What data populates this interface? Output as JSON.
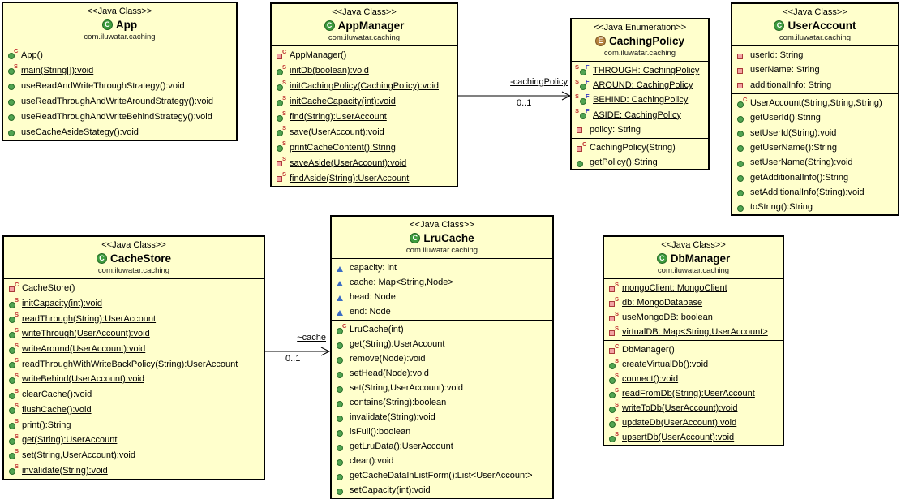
{
  "colors": {
    "box_fill": "#ffffcc",
    "border": "#000000",
    "background": "#ffffff",
    "public_green": "#52a452",
    "private_red_fill": "#f2a3a3",
    "private_red_border": "#aa3939",
    "package_blue": "#3b6cc4",
    "decorator_red": "#c03030",
    "decorator_blue": "#3030c0",
    "class_icon_green": "#3e9c3e",
    "enum_icon_brown": "#b5823e"
  },
  "icons": {
    "class_icon": "green-circle-C",
    "enum_icon": "brown-circle-E",
    "public_member": "green-circle",
    "private_member": "red-square",
    "package_member": "blue-triangle",
    "constructor_decorator": "C",
    "static_decorator": "S",
    "final_decorator": "F"
  },
  "classes": [
    {
      "stereotype": "<<Java Class>>",
      "icon_letter": "C",
      "name": "App",
      "package": "com.iluwatar.caching",
      "fields": [],
      "methods": [
        {
          "label": "App()",
          "icon": "public",
          "dec": "C",
          "u": false
        },
        {
          "label": "main(String[]):void",
          "icon": "public",
          "dec": "S",
          "u": true
        },
        {
          "label": "useReadAndWriteThroughStrategy():void",
          "icon": "public",
          "dec": "",
          "u": false
        },
        {
          "label": "useReadThroughAndWriteAroundStrategy():void",
          "icon": "public",
          "dec": "",
          "u": false
        },
        {
          "label": "useReadThroughAndWriteBehindStrategy():void",
          "icon": "public",
          "dec": "",
          "u": false
        },
        {
          "label": "useCacheAsideStategy():void",
          "icon": "public",
          "dec": "",
          "u": false
        }
      ]
    },
    {
      "stereotype": "<<Java Class>>",
      "icon_letter": "C",
      "name": "AppManager",
      "package": "com.iluwatar.caching",
      "fields": [],
      "methods": [
        {
          "label": "AppManager()",
          "icon": "private",
          "dec": "C",
          "u": false
        },
        {
          "label": "initDb(boolean):void",
          "icon": "public",
          "dec": "S",
          "u": true
        },
        {
          "label": "initCachingPolicy(CachingPolicy):void",
          "icon": "public",
          "dec": "S",
          "u": true
        },
        {
          "label": "initCacheCapacity(int):void",
          "icon": "public",
          "dec": "S",
          "u": true
        },
        {
          "label": "find(String):UserAccount",
          "icon": "public",
          "dec": "S",
          "u": true
        },
        {
          "label": "save(UserAccount):void",
          "icon": "public",
          "dec": "S",
          "u": true
        },
        {
          "label": "printCacheContent():String",
          "icon": "public",
          "dec": "S",
          "u": true
        },
        {
          "label": "saveAside(UserAccount):void",
          "icon": "private",
          "dec": "S",
          "u": true
        },
        {
          "label": "findAside(String):UserAccount",
          "icon": "private",
          "dec": "S",
          "u": true
        }
      ]
    },
    {
      "stereotype": "<<Java Enumeration>>",
      "icon_letter": "E",
      "name": "CachingPolicy",
      "package": "com.iluwatar.caching",
      "fields": [
        {
          "label": "THROUGH: CachingPolicy",
          "icon": "public",
          "dec": "SF",
          "u": true
        },
        {
          "label": "AROUND: CachingPolicy",
          "icon": "public",
          "dec": "SF",
          "u": true
        },
        {
          "label": "BEHIND: CachingPolicy",
          "icon": "public",
          "dec": "SF",
          "u": true
        },
        {
          "label": "ASIDE: CachingPolicy",
          "icon": "public",
          "dec": "SF",
          "u": true
        },
        {
          "label": "policy: String",
          "icon": "private",
          "dec": "",
          "u": false
        }
      ],
      "methods": [
        {
          "label": "CachingPolicy(String)",
          "icon": "private",
          "dec": "C",
          "u": false
        },
        {
          "label": "getPolicy():String",
          "icon": "public",
          "dec": "",
          "u": false
        }
      ]
    },
    {
      "stereotype": "<<Java Class>>",
      "icon_letter": "C",
      "name": "UserAccount",
      "package": "com.iluwatar.caching",
      "fields": [
        {
          "label": "userId: String",
          "icon": "private",
          "dec": "",
          "u": false
        },
        {
          "label": "userName: String",
          "icon": "private",
          "dec": "",
          "u": false
        },
        {
          "label": "additionalInfo: String",
          "icon": "private",
          "dec": "",
          "u": false
        }
      ],
      "methods": [
        {
          "label": "UserAccount(String,String,String)",
          "icon": "public",
          "dec": "C",
          "u": false
        },
        {
          "label": "getUserId():String",
          "icon": "public",
          "dec": "",
          "u": false
        },
        {
          "label": "setUserId(String):void",
          "icon": "public",
          "dec": "",
          "u": false
        },
        {
          "label": "getUserName():String",
          "icon": "public",
          "dec": "",
          "u": false
        },
        {
          "label": "setUserName(String):void",
          "icon": "public",
          "dec": "",
          "u": false
        },
        {
          "label": "getAdditionalInfo():String",
          "icon": "public",
          "dec": "",
          "u": false
        },
        {
          "label": "setAdditionalInfo(String):void",
          "icon": "public",
          "dec": "",
          "u": false
        },
        {
          "label": "toString():String",
          "icon": "public",
          "dec": "",
          "u": false
        }
      ]
    },
    {
      "stereotype": "<<Java Class>>",
      "icon_letter": "C",
      "name": "CacheStore",
      "package": "com.iluwatar.caching",
      "fields": [],
      "methods": [
        {
          "label": "CacheStore()",
          "icon": "private",
          "dec": "C",
          "u": false
        },
        {
          "label": "initCapacity(int):void",
          "icon": "public",
          "dec": "S",
          "u": true
        },
        {
          "label": "readThrough(String):UserAccount",
          "icon": "public",
          "dec": "S",
          "u": true
        },
        {
          "label": "writeThrough(UserAccount):void",
          "icon": "public",
          "dec": "S",
          "u": true
        },
        {
          "label": "writeAround(UserAccount):void",
          "icon": "public",
          "dec": "S",
          "u": true
        },
        {
          "label": "readThroughWithWriteBackPolicy(String):UserAccount",
          "icon": "public",
          "dec": "S",
          "u": true
        },
        {
          "label": "writeBehind(UserAccount):void",
          "icon": "public",
          "dec": "S",
          "u": true
        },
        {
          "label": "clearCache():void",
          "icon": "public",
          "dec": "S",
          "u": true
        },
        {
          "label": "flushCache():void",
          "icon": "public",
          "dec": "S",
          "u": true
        },
        {
          "label": "print():String",
          "icon": "public",
          "dec": "S",
          "u": true
        },
        {
          "label": "get(String):UserAccount",
          "icon": "public",
          "dec": "S",
          "u": true
        },
        {
          "label": "set(String,UserAccount):void",
          "icon": "public",
          "dec": "S",
          "u": true
        },
        {
          "label": "invalidate(String):void",
          "icon": "public",
          "dec": "S",
          "u": true
        }
      ]
    },
    {
      "stereotype": "<<Java Class>>",
      "icon_letter": "C",
      "name": "LruCache",
      "package": "com.iluwatar.caching",
      "fields": [
        {
          "label": "capacity: int",
          "icon": "package",
          "dec": "",
          "u": false
        },
        {
          "label": "cache: Map<String,Node>",
          "icon": "package",
          "dec": "",
          "u": false
        },
        {
          "label": "head: Node",
          "icon": "package",
          "dec": "",
          "u": false
        },
        {
          "label": "end: Node",
          "icon": "package",
          "dec": "",
          "u": false
        }
      ],
      "methods": [
        {
          "label": "LruCache(int)",
          "icon": "public",
          "dec": "C",
          "u": false
        },
        {
          "label": "get(String):UserAccount",
          "icon": "public",
          "dec": "",
          "u": false
        },
        {
          "label": "remove(Node):void",
          "icon": "public",
          "dec": "",
          "u": false
        },
        {
          "label": "setHead(Node):void",
          "icon": "public",
          "dec": "",
          "u": false
        },
        {
          "label": "set(String,UserAccount):void",
          "icon": "public",
          "dec": "",
          "u": false
        },
        {
          "label": "contains(String):boolean",
          "icon": "public",
          "dec": "",
          "u": false
        },
        {
          "label": "invalidate(String):void",
          "icon": "public",
          "dec": "",
          "u": false
        },
        {
          "label": "isFull():boolean",
          "icon": "public",
          "dec": "",
          "u": false
        },
        {
          "label": "getLruData():UserAccount",
          "icon": "public",
          "dec": "",
          "u": false
        },
        {
          "label": "clear():void",
          "icon": "public",
          "dec": "",
          "u": false
        },
        {
          "label": "getCacheDataInListForm():List<UserAccount>",
          "icon": "public",
          "dec": "",
          "u": false
        },
        {
          "label": "setCapacity(int):void",
          "icon": "public",
          "dec": "",
          "u": false
        }
      ]
    },
    {
      "stereotype": "<<Java Class>>",
      "icon_letter": "C",
      "name": "DbManager",
      "package": "com.iluwatar.caching",
      "fields": [
        {
          "label": "mongoClient: MongoClient",
          "icon": "private",
          "dec": "S",
          "u": true
        },
        {
          "label": "db: MongoDatabase",
          "icon": "private",
          "dec": "S",
          "u": true
        },
        {
          "label": "useMongoDB: boolean",
          "icon": "private",
          "dec": "S",
          "u": true
        },
        {
          "label": "virtualDB: Map<String,UserAccount>",
          "icon": "private",
          "dec": "S",
          "u": true
        }
      ],
      "methods": [
        {
          "label": "DbManager()",
          "icon": "private",
          "dec": "C",
          "u": false
        },
        {
          "label": "createVirtualDb():void",
          "icon": "public",
          "dec": "S",
          "u": true
        },
        {
          "label": "connect():void",
          "icon": "public",
          "dec": "S",
          "u": true
        },
        {
          "label": "readFromDb(String):UserAccount",
          "icon": "public",
          "dec": "S",
          "u": true
        },
        {
          "label": "writeToDb(UserAccount):void",
          "icon": "public",
          "dec": "S",
          "u": true
        },
        {
          "label": "updateDb(UserAccount):void",
          "icon": "public",
          "dec": "S",
          "u": true
        },
        {
          "label": "upsertDb(UserAccount):void",
          "icon": "public",
          "dec": "S",
          "u": true
        }
      ]
    }
  ],
  "connections": [
    {
      "label": "-cachingPolicy",
      "multiplicity": "0..1"
    },
    {
      "label": "~cache",
      "multiplicity": "0..1"
    }
  ]
}
